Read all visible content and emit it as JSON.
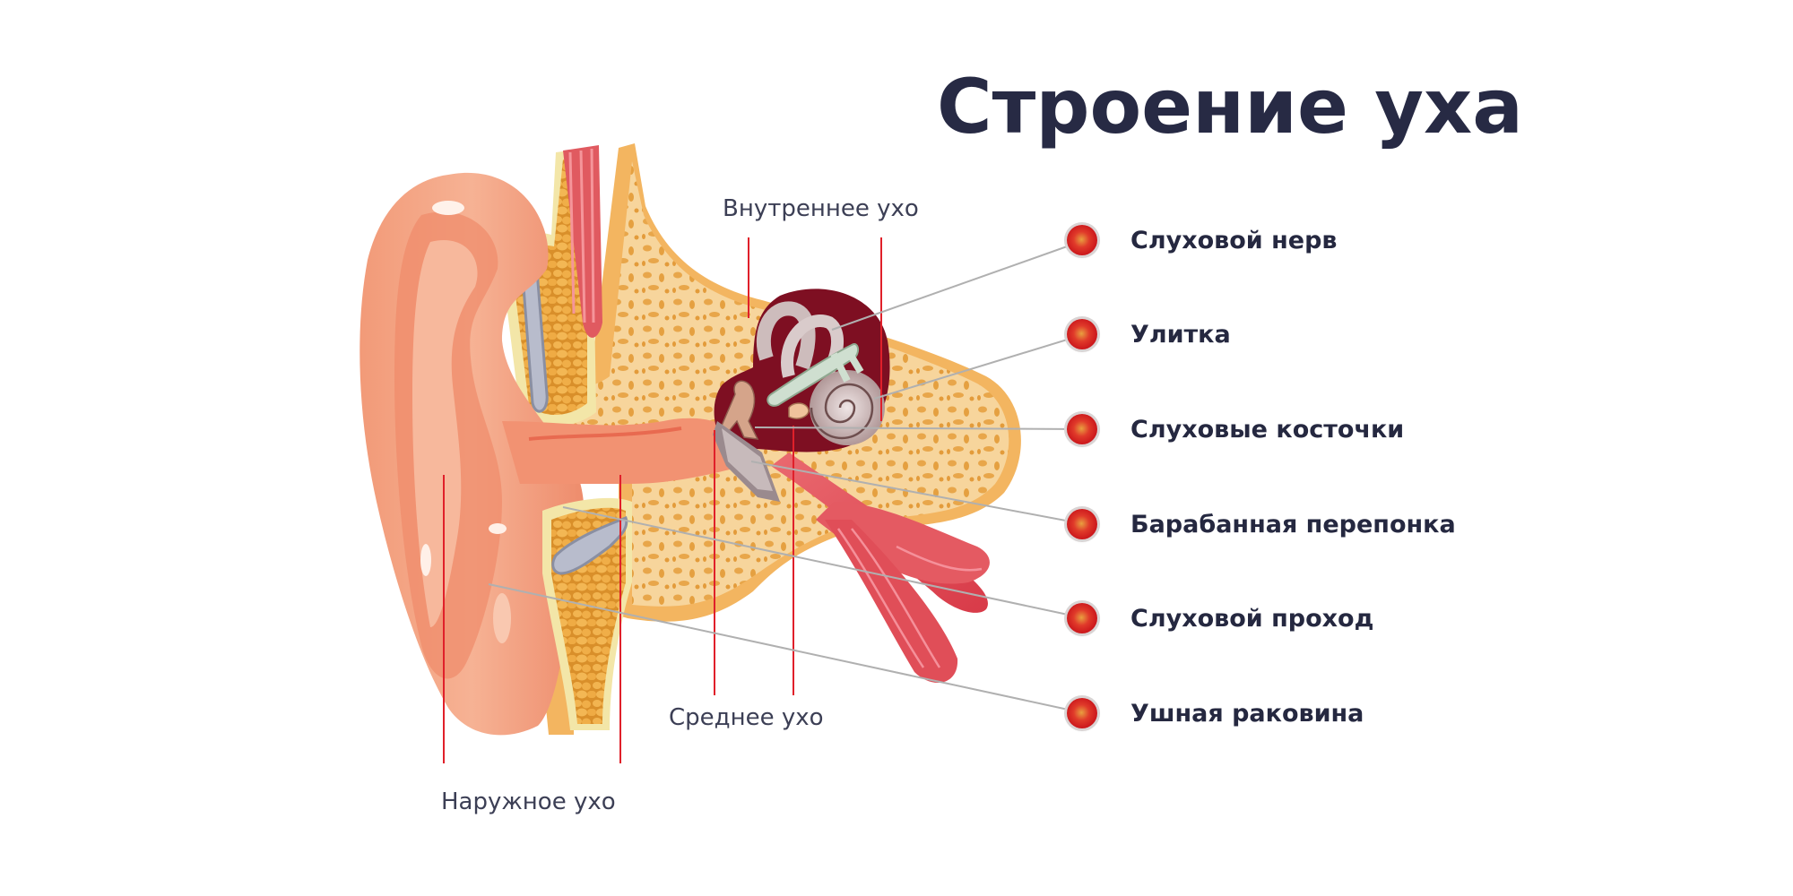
{
  "title": "Строение уха",
  "zones": {
    "inner": "Внутреннее ухо",
    "middle": "Среднее ухо",
    "outer": "Наружное ухо"
  },
  "legend": [
    {
      "label": "Слуховой нерв",
      "icon": "red-dot-marker"
    },
    {
      "label": "Улитка",
      "icon": "red-dot-marker"
    },
    {
      "label": "Слуховые косточки",
      "icon": "red-dot-marker"
    },
    {
      "label": "Барабанная перепонка",
      "icon": "red-dot-marker"
    },
    {
      "label": "Слуховой проход",
      "icon": "red-dot-marker"
    },
    {
      "label": "Ушная раковина",
      "icon": "red-dot-marker"
    }
  ],
  "colors": {
    "title": "#272a44",
    "marker": "#d8141c",
    "divider": "#e0202a",
    "leader": "#b0b0b0",
    "skin": "#f4a484",
    "bone": "#f6cf8e",
    "cartilage": "#eeb150",
    "muscle": "#e2505a",
    "cavity": "#7e0f22"
  }
}
